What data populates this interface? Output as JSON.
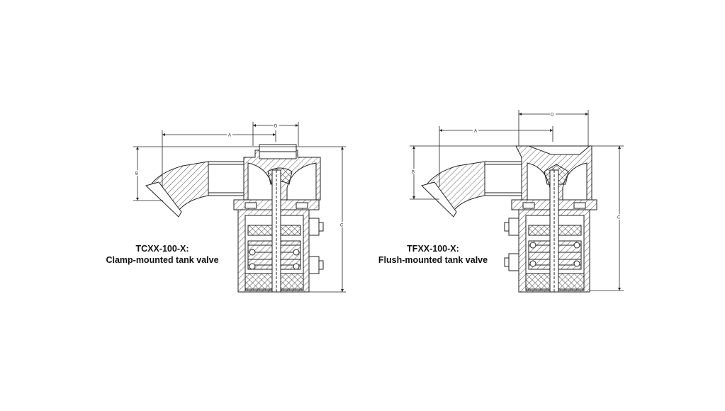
{
  "valves": [
    {
      "model": "TCXX-100-X:",
      "description": "Clamp-mounted tank valve",
      "dimensions": {
        "a": "A",
        "b": "B",
        "c": "C",
        "d": "D"
      }
    },
    {
      "model": "TFXX-100-X:",
      "description": "Flush-mounted tank valve",
      "dimensions": {
        "a": "A",
        "b": "B",
        "c": "C",
        "d": "D"
      }
    }
  ],
  "colors": {
    "line": "#222222",
    "hatch": "#555555",
    "background": "#ffffff"
  }
}
